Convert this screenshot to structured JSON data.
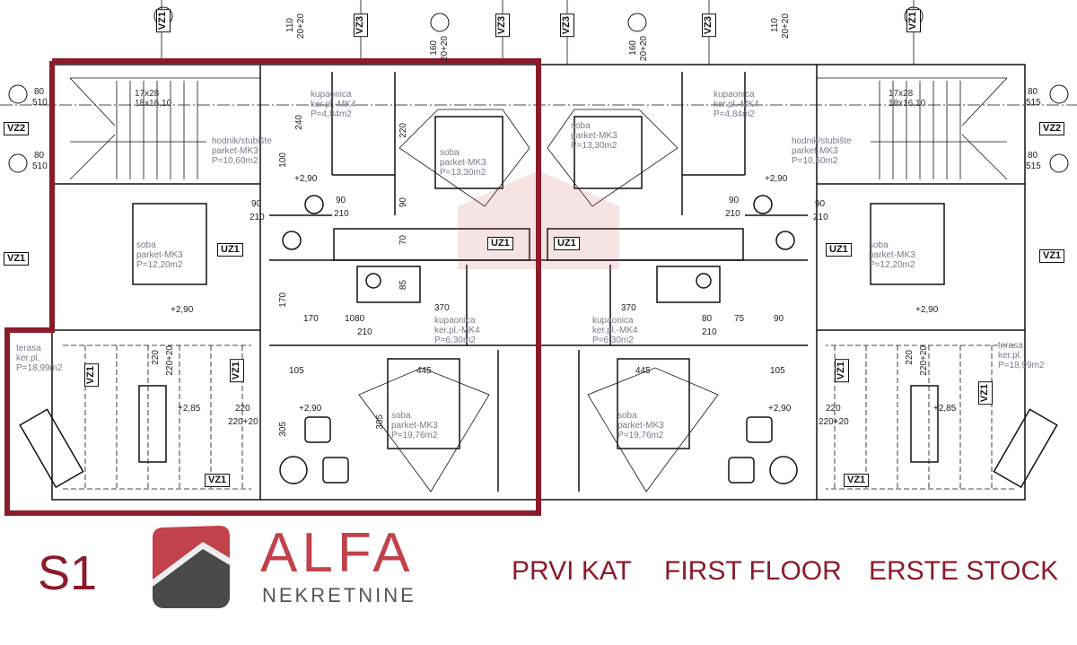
{
  "colors": {
    "outline": "#8b1a2a",
    "brand_red": "#c1424a",
    "brand_gray": "#4a4a4a",
    "wall": "#111111",
    "label": "#7a7a8a"
  },
  "rooms": {
    "left": [
      {
        "name": "",
        "l1": "17x28",
        "l2": "18x16,10",
        "l3": ""
      },
      {
        "name": "hodnik/stubište",
        "l1": "parket-MK3",
        "l2": "P=10,60m2"
      },
      {
        "name": "kupaonica",
        "l1": "ker.pl.-MK4",
        "l2": "P=4,84m2"
      },
      {
        "name": "soba",
        "l1": "parket-MK3",
        "l2": "P=13,30m2"
      },
      {
        "name": "soba",
        "l1": "parket-MK3",
        "l2": "P=12,20m2"
      },
      {
        "name": "kupaonica",
        "l1": "ker.pl.-MK4",
        "l2": "P=6,30m2"
      },
      {
        "name": "soba",
        "l1": "parket-MK3",
        "l2": "P=19,76m2"
      },
      {
        "name": "terasa",
        "l1": "ker.pl.",
        "l2": "P=18,99m2"
      }
    ],
    "right": [
      {
        "name": "",
        "l1": "17x28",
        "l2": "18x16,10",
        "l3": ""
      },
      {
        "name": "hodnik/stubište",
        "l1": "parket-MK3",
        "l2": "P=10,60m2"
      },
      {
        "name": "kupaonica",
        "l1": "ker.pl.-MK4",
        "l2": "P=4,84m2"
      },
      {
        "name": "soba",
        "l1": "parket-MK3",
        "l2": "P=13,30m2"
      },
      {
        "name": "soba",
        "l1": "parket-MK3",
        "l2": "P=12,20m2"
      },
      {
        "name": "kupaonica",
        "l1": "ker.pl.-MK4",
        "l2": "P=6,30m2"
      },
      {
        "name": "soba",
        "l1": "parket-MK3",
        "l2": "P=19,76m2"
      },
      {
        "name": "terasa",
        "l1": "ker.pl.",
        "l2": "P=18,99m2"
      }
    ]
  },
  "tags": {
    "vz1": "VZ1",
    "vz2": "VZ2",
    "vz3": "VZ3",
    "uz1": "UZ1"
  },
  "dims": {
    "d80": "80",
    "d510": "510",
    "d515": "515",
    "d90": "90",
    "d210": "210",
    "d170": "170",
    "d370": "370",
    "d105": "105",
    "d445": "445",
    "d305": "305",
    "d220": "220",
    "d220_20": "220+20",
    "d110": "110",
    "d160": "160",
    "d20_20": "20+20",
    "d70": "70",
    "d85": "85",
    "d100": "100",
    "d240": "240",
    "d75": "75",
    "d1080": "1080",
    "lvl290": "+2,90",
    "lvl285": "+2,85"
  },
  "footer": {
    "unit": "S1",
    "brand": "ALFA",
    "brand_sub": "NEKRETNINE",
    "floor_hr": "PRVI KAT",
    "floor_en": "FIRST FLOOR",
    "floor_de": "ERSTE STOCK"
  }
}
